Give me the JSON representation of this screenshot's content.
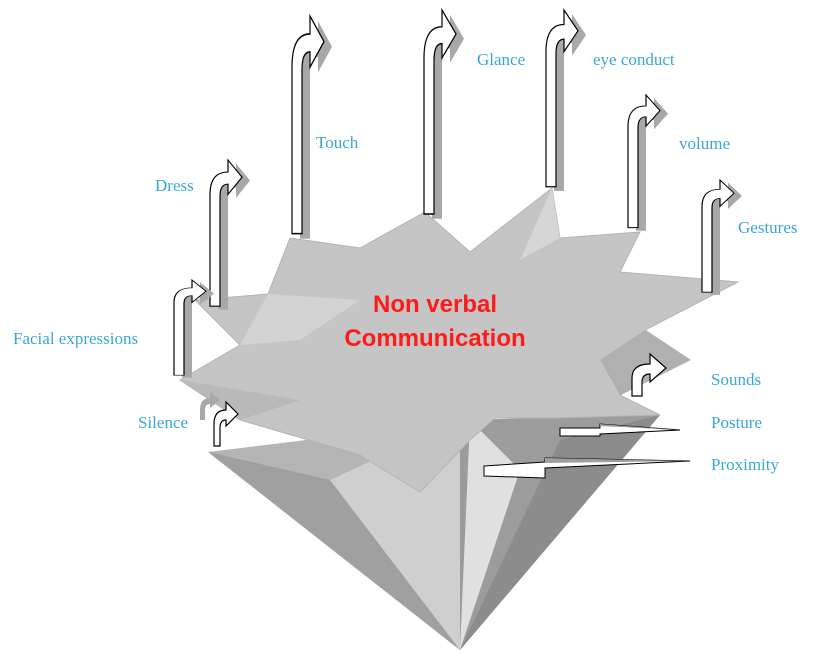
{
  "title": {
    "line1": "Non verbal",
    "line2": "Communication"
  },
  "labels": {
    "touch": "Touch",
    "glance": "Glance",
    "eye_conduct": "eye conduct",
    "volume": "volume",
    "dress": "Dress",
    "gestures": "Gestures",
    "facial_expressions": "Facial expressions",
    "sounds": "Sounds",
    "silence": "Silence",
    "posture": "Posture",
    "proximity": "Proximity"
  },
  "colors": {
    "label": "#3aa7d8",
    "title": "#ff1a1a",
    "star": "#c6c6c6",
    "cone_dark": "#9a9a9a",
    "cone_mid": "#b7b7b7",
    "cone_light": "#d2d2d2",
    "arrow_fill": "#ffffff",
    "arrow_stroke": "#000000",
    "arrow_shadow": "#a8a8a8"
  }
}
